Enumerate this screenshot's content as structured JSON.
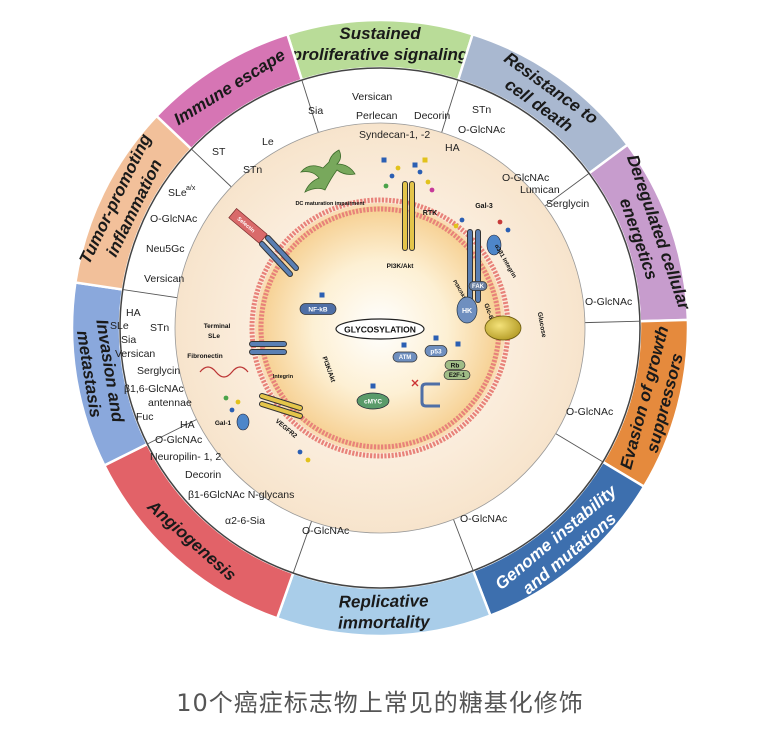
{
  "caption": "10个癌症标志物上常见的糖基化修饰",
  "center_label": "GLYCOSYLATION",
  "hallmarks": [
    {
      "label_lines": [
        "Sustained",
        "proliferative signaling"
      ],
      "color": "#b9dc98"
    },
    {
      "label_lines": [
        "Resistance to",
        "cell death"
      ],
      "color": "#a9b8d0"
    },
    {
      "label_lines": [
        "Deregulated cellular",
        "energetics"
      ],
      "color": "#c79ccd"
    },
    {
      "label_lines": [
        "Evasion of growth",
        "suppressors"
      ],
      "color": "#e58a3d"
    },
    {
      "label_lines": [
        "Genome instability",
        "and mutations"
      ],
      "color": "#3d6fae"
    },
    {
      "label_lines": [
        "Replicative",
        "immortality"
      ],
      "color": "#a9cde9"
    },
    {
      "label_lines": [
        "Angiogenesis"
      ],
      "color": "#e26268"
    },
    {
      "label_lines": [
        "Invasion and",
        "metastasis"
      ],
      "color": "#8aa8dc"
    },
    {
      "label_lines": [
        "Tumor-promoting",
        "inflammation"
      ],
      "color": "#f2c09a"
    },
    {
      "label_lines": [
        "Immune escape"
      ],
      "color": "#d675b4"
    }
  ],
  "glycans": {
    "sustained": [
      "Versican",
      "Perlecan",
      "Decorin",
      "STn",
      "Syndecan-1, -2",
      "O-GlcNAc",
      "HA"
    ],
    "resistance": [
      "O-GlcNAc",
      "Lumican",
      "Serglycin"
    ],
    "energetics": [
      "O-GlcNAc"
    ],
    "evasion": [
      "O-GlcNAc"
    ],
    "genome": [
      "O-GlcNAc"
    ],
    "replicative": [
      "O-GlcNAc"
    ],
    "angiogenesis": [
      "HA",
      "O-GlcNAc",
      "Neuropilin- 1, 2",
      "Decorin",
      "β1-6GlcNAc N-glycans",
      "α2-6-Sia"
    ],
    "invasion": [
      "HA",
      "SLe",
      "STn",
      "Sia",
      "Versican",
      "Serglycin",
      "β1,6-GlcNAc",
      "antennae",
      "Fuc"
    ],
    "inflammation": [
      "SLe",
      "O-GlcNAc",
      "Neu5Gc",
      "Versican"
    ],
    "inflammation_sup": "a/x",
    "immune": [
      "Sia",
      "ST",
      "Le",
      "STn"
    ]
  },
  "cell_labels": {
    "dc": "DC maturation impairment",
    "rtk": "RTK",
    "pi3k_top": "PI3K/Akt",
    "gal3": "Gal-3",
    "integrin_top": "α3β1 Integrin",
    "fak": "FAK",
    "pi3k_akt_small": "PI3K/Akt",
    "hk": "HK",
    "glc6p": "Glc-6-P",
    "glucose": "Glucose",
    "selectin": "Selectin",
    "nfkb": "NF-kB",
    "terminal_sle": [
      "Terminal",
      "SLe"
    ],
    "fibronectin": "Fibronectin",
    "integrin_left": "Integrin",
    "pi3k_left": "PI3K/Akt",
    "gal1": "Gal-1",
    "vegfr2": "VEGFR2",
    "cmyc": "cMYC",
    "atm": "ATM",
    "p53": "p53",
    "rb": "Rb",
    "e2f1": "E2F-1"
  }
}
